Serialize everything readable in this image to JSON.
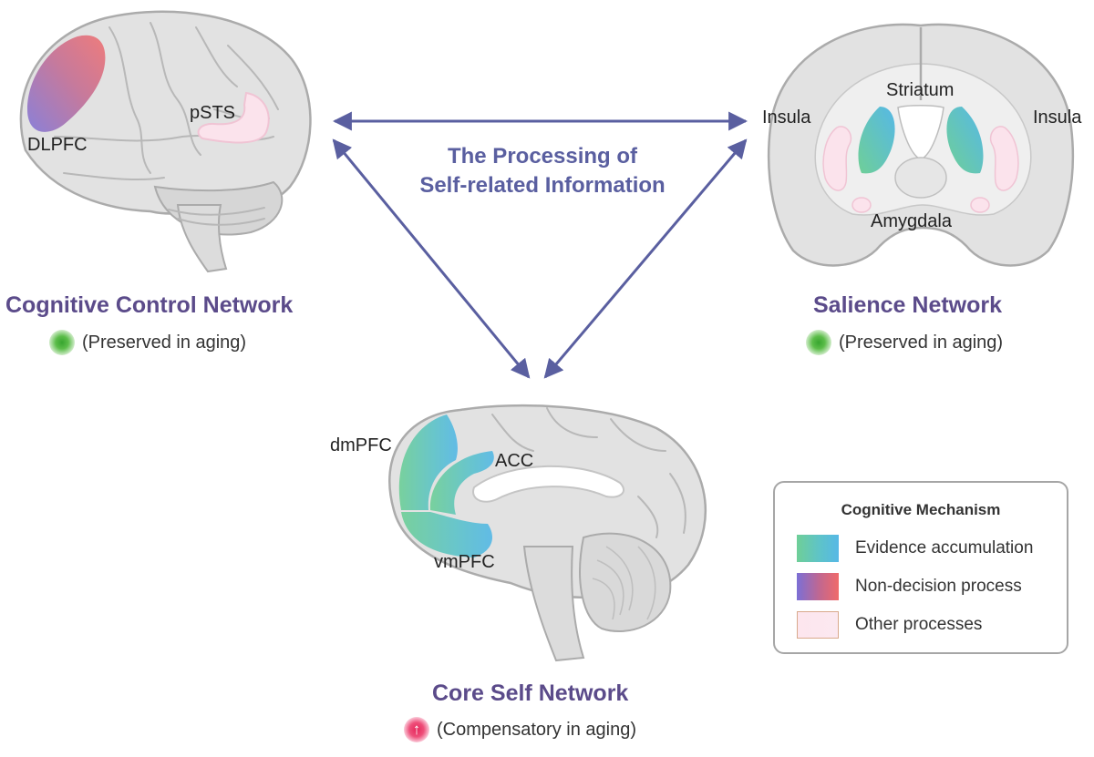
{
  "title": {
    "line1": "The Processing of",
    "line2": "Self-related Information"
  },
  "networks": {
    "cognitive_control": {
      "title": "Cognitive Control Network",
      "status": "(Preserved in aging)",
      "regions": {
        "dlpfc": "DLPFC",
        "psts": "pSTS"
      }
    },
    "salience": {
      "title": "Salience Network",
      "status": "(Preserved in aging)",
      "regions": {
        "striatum": "Striatum",
        "insula_left": "Insula",
        "insula_right": "Insula",
        "amygdala": "Amygdala"
      }
    },
    "core_self": {
      "title": "Core Self Network",
      "status": "(Compensatory in aging)",
      "regions": {
        "dmpfc": "dmPFC",
        "acc": "ACC",
        "vmpfc": "vmPFC"
      }
    }
  },
  "status_icons": {
    "preserved": "green-glow-dot-icon",
    "compensatory": "pink-up-arrow-dot-icon"
  },
  "legend": {
    "title": "Cognitive Mechanism",
    "items": [
      {
        "label": "Evidence accumulation",
        "swatch": "teal-green-gradient"
      },
      {
        "label": "Non-decision process",
        "swatch": "purple-red-gradient"
      },
      {
        "label": "Other processes",
        "swatch": "light-pink"
      }
    ]
  },
  "colors": {
    "title": "#5b4b8a",
    "accent": "#5a5fa0",
    "arrow": "#5a5fa0",
    "brain_fill": "#e2e2e2",
    "brain_stroke": "#ababab",
    "evidence_accumulation": "#5ec3c9",
    "non_decision": "#c2678f",
    "other": "#fbe3ec"
  }
}
